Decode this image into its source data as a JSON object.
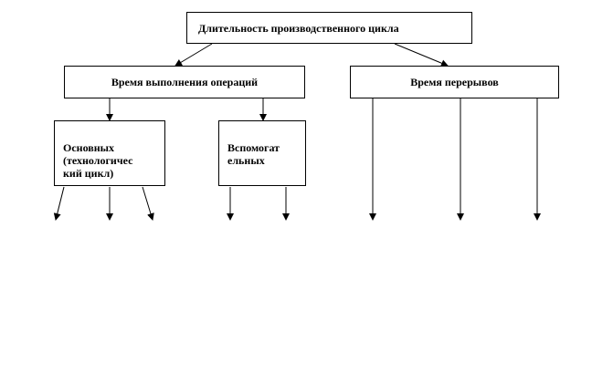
{
  "diagram": {
    "root": "Длительность производственного цикла",
    "operations": "Время выполнения операций",
    "breaks": "Время перерывов",
    "main": "Основных\n(технологичес\nкий цикл)",
    "auxiliary": "Вспомогат\nельных"
  },
  "colors": {
    "line": "#000000",
    "box_border": "#000000",
    "background": "#ffffff"
  }
}
